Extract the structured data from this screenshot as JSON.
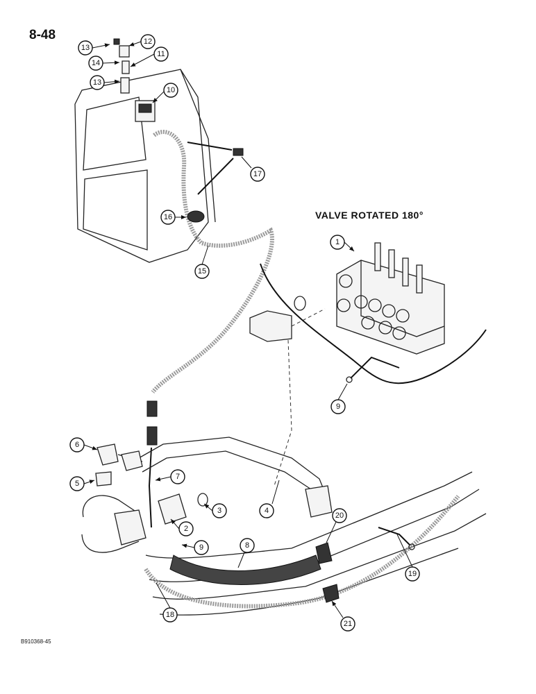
{
  "page_number": "8-48",
  "view_note": "VALVE ROTATED 180°",
  "figure_id": "B910368-45",
  "callouts": [
    "1",
    "2",
    "3",
    "4",
    "5",
    "6",
    "7",
    "8",
    "9",
    "9",
    "10",
    "11",
    "12",
    "13",
    "13",
    "14",
    "15",
    "16",
    "17",
    "18",
    "19",
    "20",
    "21"
  ]
}
